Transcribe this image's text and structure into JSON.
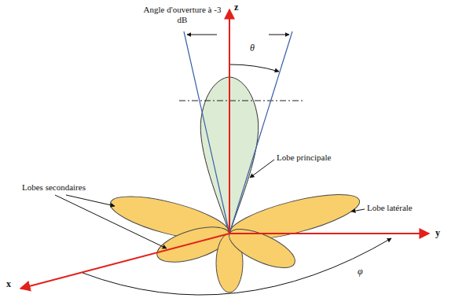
{
  "diagram": {
    "labels": [
      "Angle d'ouverture à -3 dB",
      "z",
      "θ",
      "Lobe principale",
      "Lobes secondaires",
      "Lobe latérale",
      "y",
      "x",
      "φ"
    ]
  }
}
